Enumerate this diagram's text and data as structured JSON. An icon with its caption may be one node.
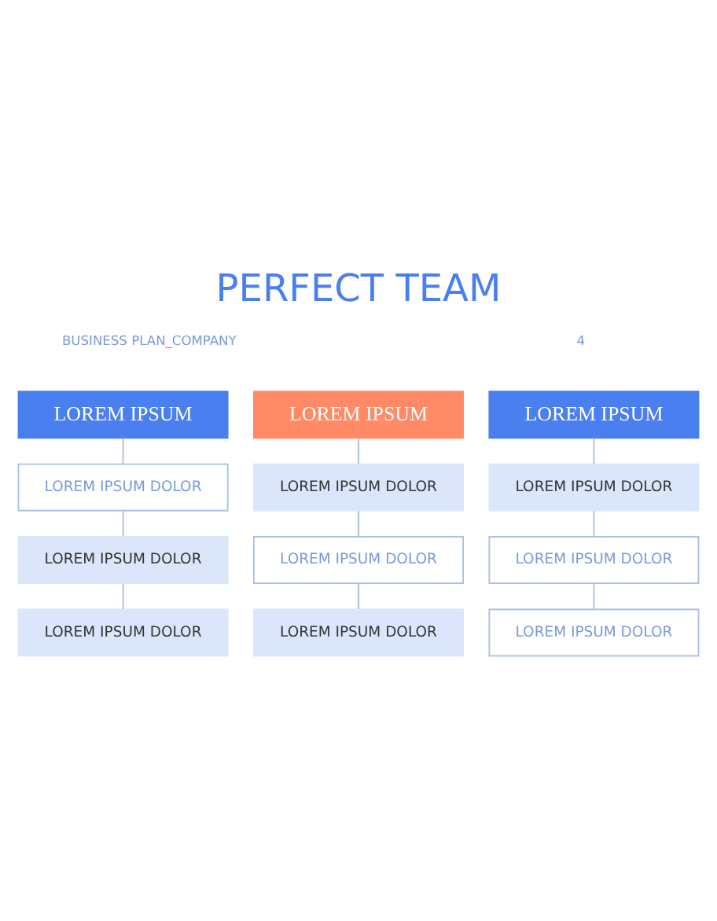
{
  "diagram": {
    "title": "PERFECT TEAM",
    "nodes": [
      {
        "text": [
          "LOREM IPSUM"
        ]
      },
      {
        "text": [
          "LOREM IPSUM DOLOR"
        ]
      },
      {
        "text": [
          "LOREM IPSUM DOLOR"
        ]
      },
      {
        "text": [
          "LOREM IPSUM DOLOR"
        ]
      },
      {
        "text": [
          "LOREM IPSUM"
        ]
      },
      {
        "text": [
          "LOREM IPSUM DOLOR"
        ]
      },
      {
        "text": [
          "LOREM IPSUM DOLOR"
        ]
      },
      {
        "text": [
          "LOREM IPSUM DOLOR"
        ]
      },
      {
        "text": [
          "LOREM IPSUM"
        ]
      },
      {
        "text": [
          "LOREM IPSUM DOLOR"
        ]
      },
      {
        "text": [
          "LOREM IPSUM DOLOR"
        ]
      },
      {
        "text": [
          "LOREM IPSUM DOLOR"
        ]
      }
    ],
    "edges": [
      {
        "from": 0,
        "to": 1,
        "arrow": "none"
      },
      {
        "from": 1,
        "to": 2,
        "arrow": "none"
      },
      {
        "from": 2,
        "to": 3,
        "arrow": "none"
      },
      {
        "from": 4,
        "to": 5,
        "arrow": "none"
      },
      {
        "from": 5,
        "to": 6,
        "arrow": "none"
      },
      {
        "from": 6,
        "to": 7,
        "arrow": "none"
      },
      {
        "from": 8,
        "to": 9,
        "arrow": "none"
      },
      {
        "from": 9,
        "to": 10,
        "arrow": "none"
      },
      {
        "from": 10,
        "to": 11,
        "arrow": "none"
      }
    ],
    "labels": [
      "BUSINESS PLAN_COMPANY",
      "4"
    ]
  }
}
